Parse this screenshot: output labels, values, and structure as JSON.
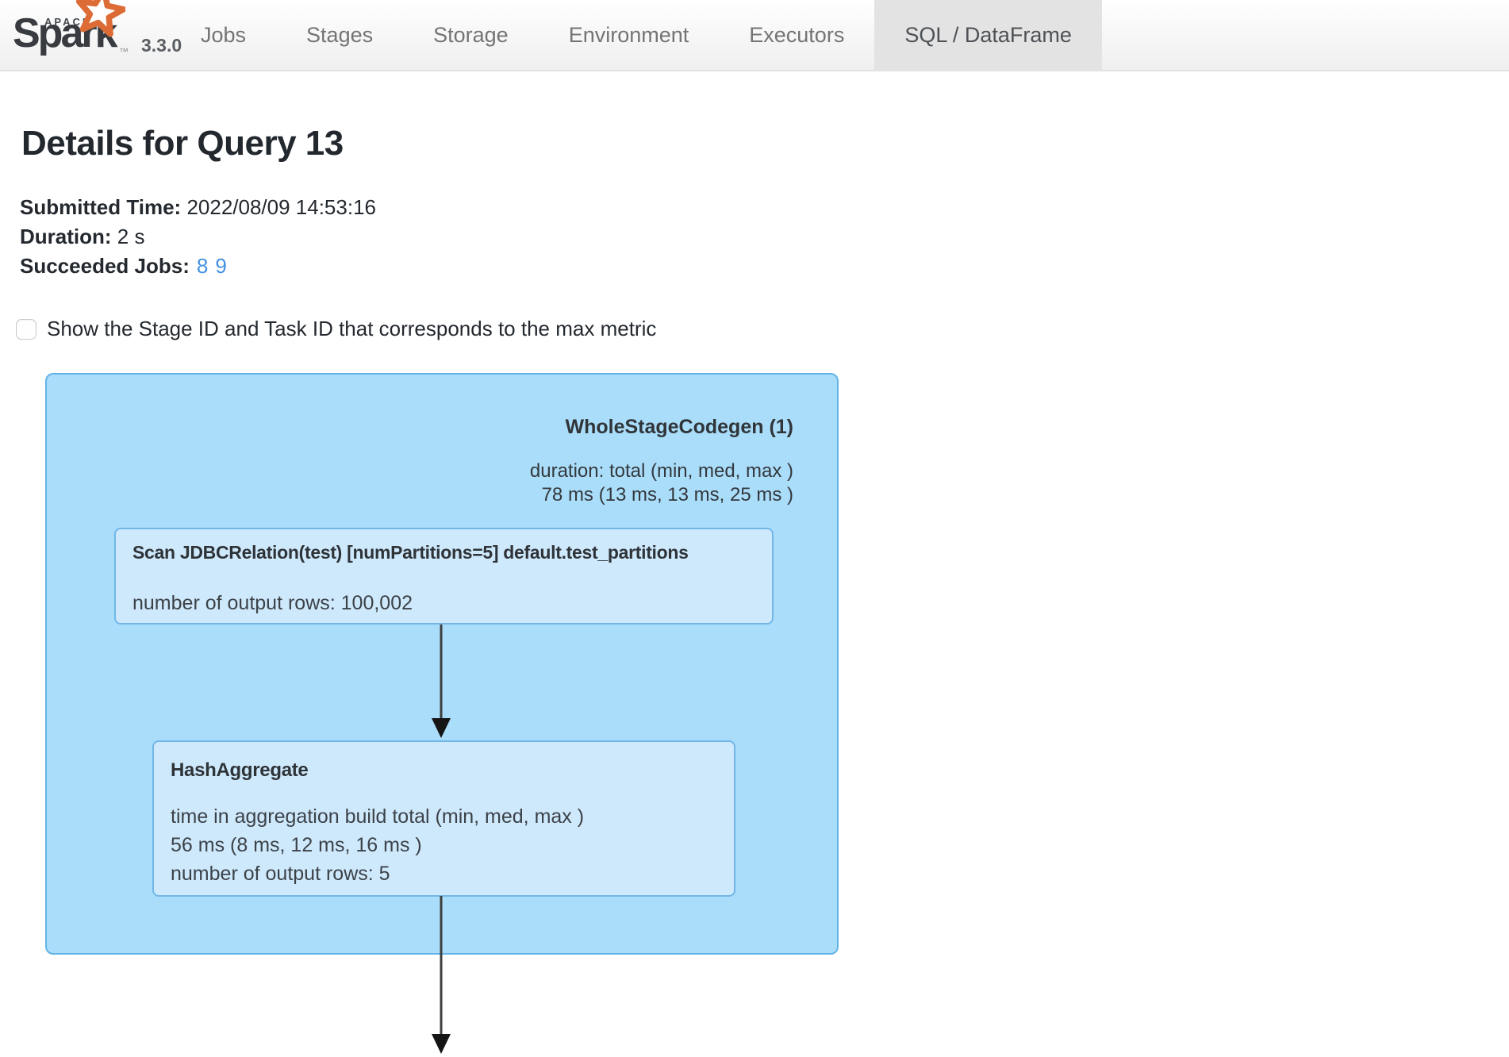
{
  "navbar": {
    "brand": {
      "apache": "APACHE",
      "name": "Spark",
      "tm": "™",
      "version": "3.3.0"
    },
    "items": [
      {
        "label": "Jobs",
        "active": false
      },
      {
        "label": "Stages",
        "active": false
      },
      {
        "label": "Storage",
        "active": false
      },
      {
        "label": "Environment",
        "active": false
      },
      {
        "label": "Executors",
        "active": false
      },
      {
        "label": "SQL / DataFrame",
        "active": true
      }
    ]
  },
  "page": {
    "title": "Details for Query 13",
    "meta": [
      {
        "label": "Submitted Time:",
        "value": "2022/08/09 14:53:16"
      },
      {
        "label": "Duration:",
        "value": "2 s"
      },
      {
        "label": "Succeeded Jobs:",
        "links": [
          "8",
          "9"
        ]
      }
    ],
    "checkbox_label": "Show the Stage ID and Task ID that corresponds to the max metric",
    "checkbox_checked": false
  },
  "dag": {
    "cluster": {
      "title": "WholeStageCodegen (1)",
      "metrics": [
        "duration: total (min, med, max )",
        "78 ms (13 ms, 13 ms, 25 ms )"
      ]
    },
    "nodes": [
      {
        "title": "Scan JDBCRelation(test) [numPartitions=5] default.test_partitions",
        "metrics": [
          "number of output rows: 100,002"
        ]
      },
      {
        "title": "HashAggregate",
        "metrics": [
          "time in aggregation build total (min, med, max )",
          "56 ms (8 ms, 12 ms, 16 ms )",
          "number of output rows: 5"
        ]
      }
    ]
  },
  "colors": {
    "cluster_fill": "#aaddf9",
    "cluster_border": "#62b4e8",
    "node_fill": "#cfe9fc",
    "node_border": "#70b7e8",
    "link_blue": "#4291e2",
    "active_tab_bg": "#e3e3e3",
    "nav_text": "#747474",
    "star_orange": "#dd6b35"
  }
}
